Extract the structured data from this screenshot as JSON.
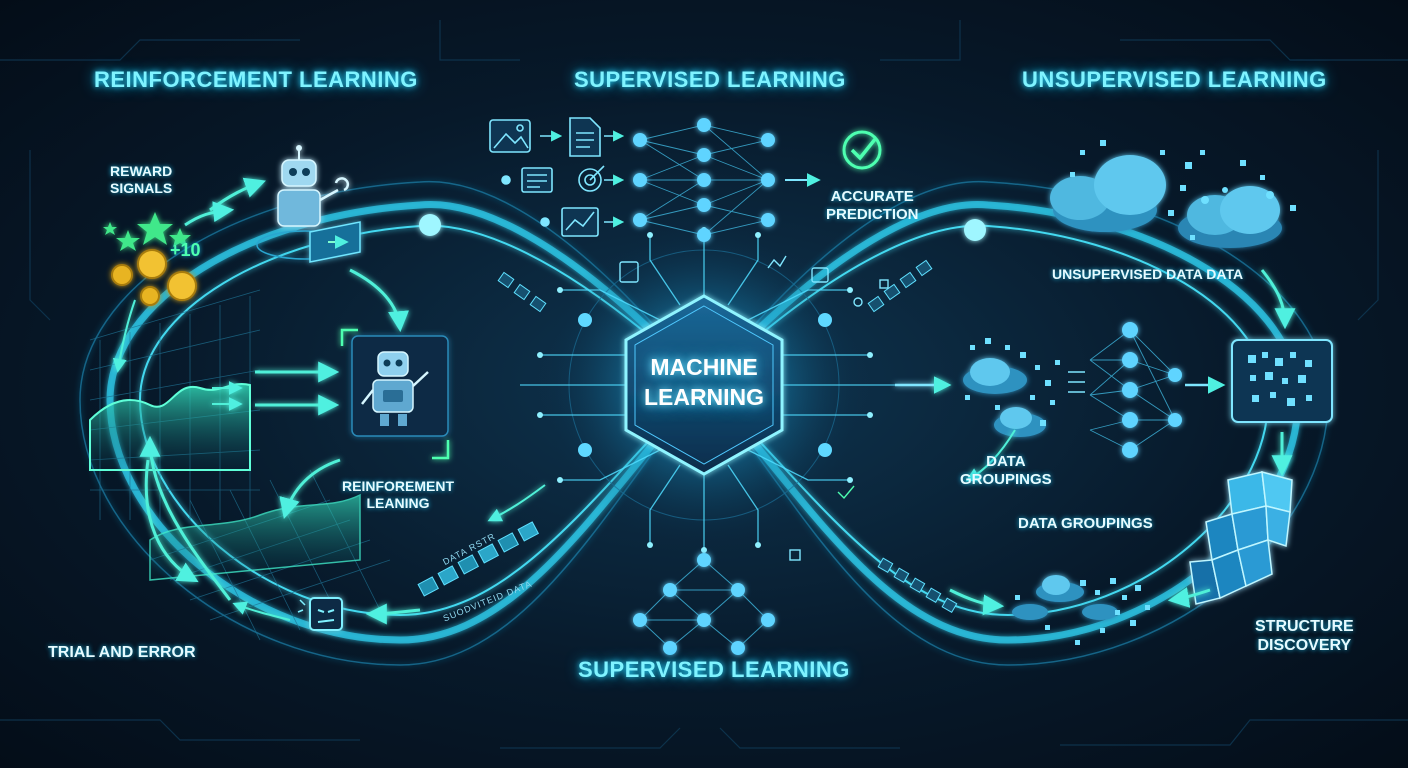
{
  "titles": {
    "reinforcement": "REINFORCEMENT LEARNING",
    "supervised_top": "SUPERVISED LEARNING",
    "unsupervised": "UNSUPERVISED LEARNING",
    "supervised_bottom": "SUPERVISED LEARNING"
  },
  "core": {
    "line1": "MACHINE",
    "line2": "LEARNING"
  },
  "labels": {
    "reward_signals_1": "REWARD",
    "reward_signals_2": "SIGNALS",
    "reward_points": "+10",
    "accurate_prediction_1": "ACCURATE",
    "accurate_prediction_2": "PREDICTION",
    "unsupervised_data": "UNSUPERVISED DATA DATA",
    "rl_inner_1": "REINFOREMENT",
    "rl_inner_2": "LEANING",
    "data_groupings_mid_1": "DATA",
    "data_groupings_mid_2": "GROUPINGS",
    "data_groupings_low": "DATA GROUPINGS",
    "trial_and_error": "TRIAL AND ERROR",
    "structure_discovery_1": "STRUCTURE",
    "structure_discovery_2": "DISCOVERY",
    "data_rstr": "DATA RSTR",
    "supervised_data": "SUODVITEID DATA"
  },
  "icons": {
    "robot": "robot-icon",
    "check": "check-circle-icon",
    "image": "image-icon",
    "document": "document-icon",
    "target": "target-icon",
    "chart": "chart-icon",
    "cloud": "cloud-icon",
    "star": "star-icon",
    "coin": "coin-icon"
  },
  "colors": {
    "glow": "#3fe6ff",
    "accent_green": "#4dffb0",
    "gold": "#f2c230",
    "background": "#07192a"
  }
}
